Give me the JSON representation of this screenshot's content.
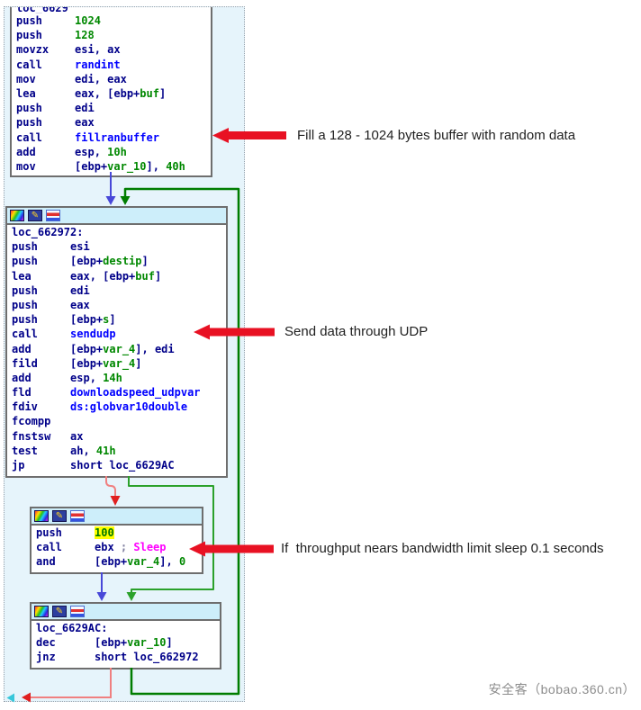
{
  "graph": {
    "clipped_label": "loc_6629",
    "blocks": [
      {
        "id": "b1",
        "label_clipped": true,
        "lines": [
          [
            [
              "push     ",
              "mn"
            ],
            [
              "1024",
              "num"
            ]
          ],
          [
            [
              "push     ",
              "mn"
            ],
            [
              "128",
              "num"
            ]
          ],
          [
            [
              "movzx    esi, ax",
              "mn"
            ]
          ],
          [
            [
              "call     ",
              "mn"
            ],
            [
              "randint",
              "fn"
            ]
          ],
          [
            [
              "mov      edi, eax",
              "mn"
            ]
          ],
          [
            [
              "lea      eax, [ebp+",
              "mn"
            ],
            [
              "buf",
              "num"
            ],
            [
              "]",
              "mn"
            ]
          ],
          [
            [
              "push     edi",
              "mn"
            ]
          ],
          [
            [
              "push     eax",
              "mn"
            ]
          ],
          [
            [
              "call     ",
              "mn"
            ],
            [
              "fillranbuffer",
              "fn"
            ]
          ],
          [
            [
              "add      esp, ",
              "mn"
            ],
            [
              "10h",
              "num"
            ]
          ],
          [
            [
              "mov      [ebp+",
              "mn"
            ],
            [
              "var_10",
              "num"
            ],
            [
              "], ",
              "mn"
            ],
            [
              "40h",
              "num"
            ]
          ]
        ]
      },
      {
        "id": "b2",
        "lines": [
          [
            [
              "loc_662972:",
              "mn"
            ]
          ],
          [
            [
              "push     esi",
              "mn"
            ]
          ],
          [
            [
              "push     [ebp+",
              "mn"
            ],
            [
              "destip",
              "num"
            ],
            [
              "]",
              "mn"
            ]
          ],
          [
            [
              "lea      eax, [ebp+",
              "mn"
            ],
            [
              "buf",
              "num"
            ],
            [
              "]",
              "mn"
            ]
          ],
          [
            [
              "push     edi",
              "mn"
            ]
          ],
          [
            [
              "push     eax",
              "mn"
            ]
          ],
          [
            [
              "push     [ebp+",
              "mn"
            ],
            [
              "s",
              "num"
            ],
            [
              "]",
              "mn"
            ]
          ],
          [
            [
              "call     ",
              "mn"
            ],
            [
              "sendudp",
              "fn"
            ]
          ],
          [
            [
              "add      [ebp+",
              "mn"
            ],
            [
              "var_4",
              "num"
            ],
            [
              "], edi",
              "mn"
            ]
          ],
          [
            [
              "fild     [ebp+",
              "mn"
            ],
            [
              "var_4",
              "num"
            ],
            [
              "]",
              "mn"
            ]
          ],
          [
            [
              "add      esp, ",
              "mn"
            ],
            [
              "14h",
              "num"
            ]
          ],
          [
            [
              "fld      ",
              "mn"
            ],
            [
              "downloadspeed_udpvar",
              "fn"
            ]
          ],
          [
            [
              "fdiv     ",
              "mn"
            ],
            [
              "ds:globvar10double",
              "fn"
            ]
          ],
          [
            [
              "fcompp",
              "mn"
            ]
          ],
          [
            [
              "fnstsw   ax",
              "mn"
            ]
          ],
          [
            [
              "test     ah, ",
              "mn"
            ],
            [
              "41h",
              "num"
            ]
          ],
          [
            [
              "jp       short loc_6629AC",
              "mn"
            ]
          ]
        ]
      },
      {
        "id": "b3",
        "lines": [
          [
            [
              "push     ",
              "mn"
            ],
            [
              "100",
              "hl"
            ]
          ],
          [
            [
              "call     ebx ",
              "mn"
            ],
            [
              "; ",
              "cm"
            ],
            [
              "Sleep",
              "api"
            ]
          ],
          [
            [
              "and      [ebp+",
              "mn"
            ],
            [
              "var_4",
              "num"
            ],
            [
              "], ",
              "mn"
            ],
            [
              "0",
              "num"
            ]
          ]
        ]
      },
      {
        "id": "b4",
        "lines": [
          [
            [
              "loc_6629AC:",
              "mn"
            ]
          ],
          [
            [
              "dec      [ebp+",
              "mn"
            ],
            [
              "var_10",
              "num"
            ],
            [
              "]",
              "mn"
            ]
          ],
          [
            [
              "jnz      short loc_662972",
              "mn"
            ]
          ]
        ]
      }
    ],
    "edges": [
      {
        "from": "b1",
        "to": "b2",
        "color": "blue",
        "type": "flow"
      },
      {
        "from": "b4",
        "to": "b2",
        "color": "green",
        "type": "loop-back"
      },
      {
        "from": "b2",
        "to": "b3",
        "color": "red",
        "type": "fallthrough"
      },
      {
        "from": "b2",
        "to": "b4",
        "color": "green",
        "type": "jump-taken"
      },
      {
        "from": "b3",
        "to": "b4",
        "color": "blue",
        "type": "flow"
      },
      {
        "from": "b4",
        "to": "offscreen",
        "color": "red",
        "type": "fallthrough"
      }
    ]
  },
  "annotations": [
    {
      "text": "Fill a 128 - 1024 bytes buffer with random data"
    },
    {
      "text": "Send data through UDP"
    },
    {
      "text": "If  throughput nears bandwidth limit sleep 0.1 seconds"
    }
  ],
  "watermark": "安全客（bobao.360.cn）",
  "icons": [
    "node-color-icon",
    "edit-node-icon",
    "xrefs-icon"
  ],
  "colors": {
    "graph_background": "#e6f4fb",
    "node_background": "#ffffff",
    "node_border": "#6e6e6e",
    "header_background": "#cdeefa",
    "mnemonic_navy": "#000089",
    "number_green": "#008800",
    "call_target_blue": "#0000ff",
    "comment_magenta": "#ff00ff",
    "highlight_yellow": "#ffff00",
    "edge_blue": "#4848d8",
    "edge_green_dark": "#007d00",
    "edge_green_light": "#2ba12b",
    "edge_red": "#f08080",
    "annotation_arrow_red": "#e81123",
    "watermark_gray": "#8d8d8d"
  }
}
